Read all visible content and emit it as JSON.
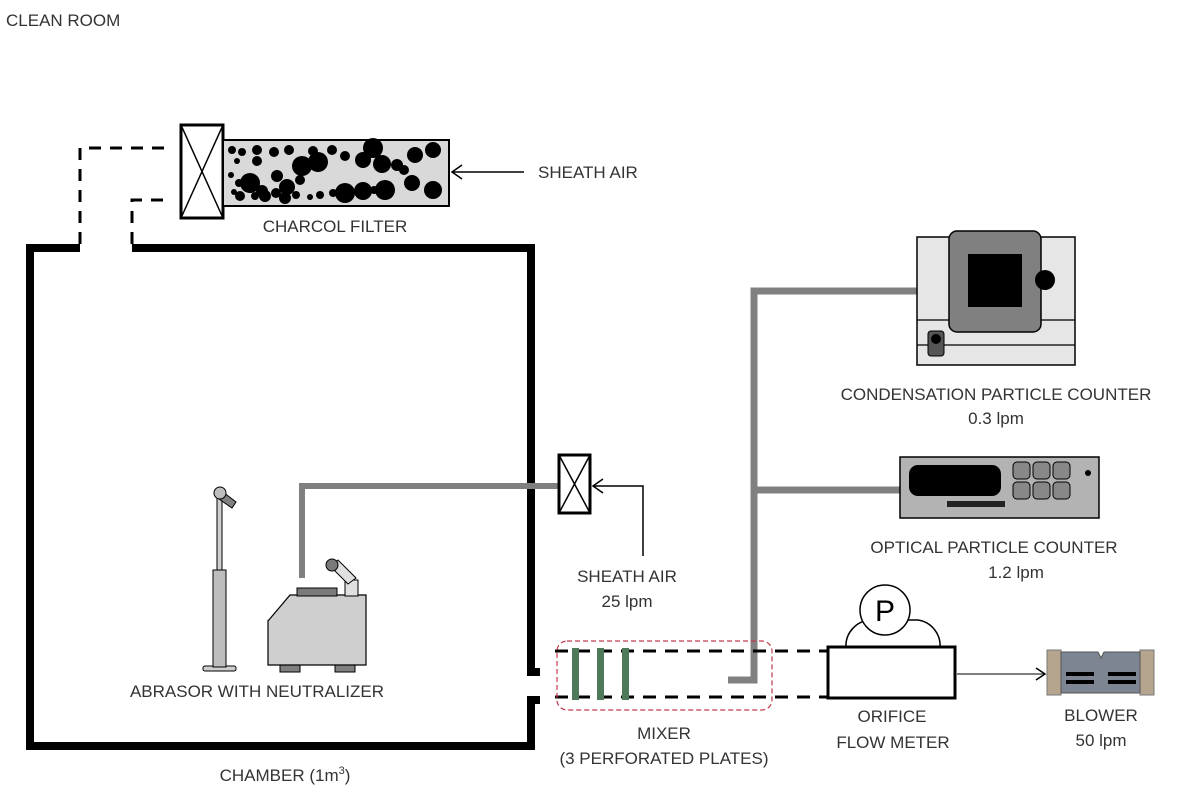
{
  "title": "CLEAN ROOM",
  "colors": {
    "wall": "#000000",
    "tube": "#808080",
    "filter_fill": "#d9d9d9",
    "device_light": "#e8e8e8",
    "device_mid": "#999999",
    "device_dark": "#808080",
    "mixer_outline": "#c0394b",
    "plate": "#4f7a5a",
    "text": "#333333"
  },
  "components": {
    "charcoal_filter": {
      "label": "CHARCOL FILTER"
    },
    "sheath_air_top": {
      "label": "SHEATH AIR"
    },
    "chamber": {
      "label_prefix": "CHAMBER (1m",
      "label_sup": "3",
      "label_suffix": ")"
    },
    "abrasor": {
      "label": "ABRASOR WITH NEUTRALIZER"
    },
    "sheath_air_mid": {
      "label": "SHEATH AIR",
      "flow": "25 lpm"
    },
    "cpc": {
      "label": "CONDENSATION PARTICLE COUNTER",
      "flow": "0.3 lpm"
    },
    "opc": {
      "label": "OPTICAL PARTICLE COUNTER",
      "flow": "1.2 lpm"
    },
    "mixer": {
      "label": "MIXER",
      "sublabel": "(3 PERFORATED PLATES)",
      "plate_count": 3
    },
    "orifice": {
      "label_line1": "ORIFICE",
      "label_line2": "FLOW METER",
      "gauge_symbol": "P"
    },
    "blower": {
      "label": "BLOWER",
      "flow": "50 lpm"
    }
  }
}
